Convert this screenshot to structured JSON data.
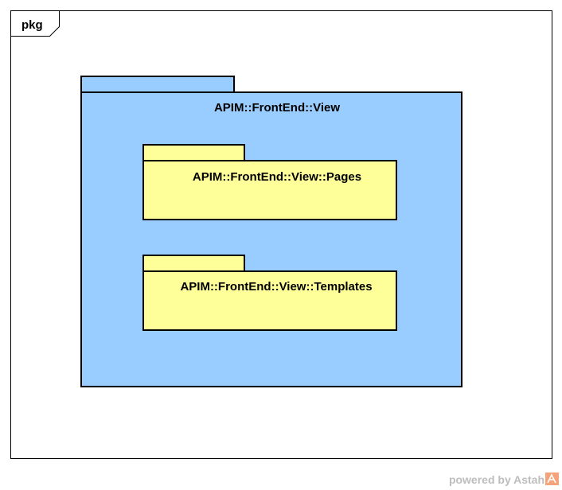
{
  "frame": {
    "label": "pkg"
  },
  "packages": [
    {
      "name": "APIM::FrontEnd::View",
      "fill": "#99ccff"
    },
    {
      "name": "APIM::FrontEnd::View::Pages",
      "fill": "#ffff99"
    },
    {
      "name": "APIM::FrontEnd::View::Templates",
      "fill": "#ffff99"
    }
  ],
  "watermark": {
    "text": "powered by Astah",
    "color": "#bdbdbd",
    "logo_color": "#f5a37a"
  }
}
